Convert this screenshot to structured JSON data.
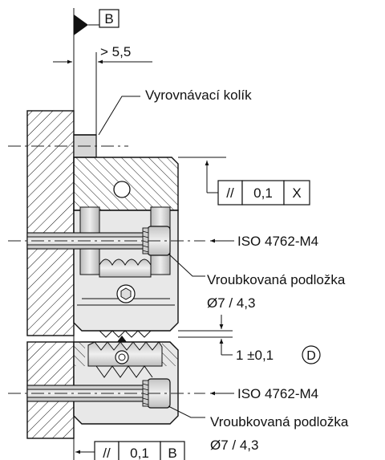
{
  "datum_top": "B",
  "dim_top": "> 5,5",
  "pin_label": "Vyrovnávací kolík",
  "fcf_top": {
    "symbol": "//",
    "tolerance": "0,1",
    "datum": "X"
  },
  "screw_top": "ISO 4762-M4",
  "washer_top": {
    "name": "Vroubkovaná podložka",
    "size": "Ø7 / 4,3"
  },
  "gap_dim": {
    "value": "1 ±0,1",
    "circled": "D"
  },
  "screw_bottom": "ISO 4762-M4",
  "washer_bottom": {
    "name": "Vroubkovaná podložka",
    "size": "Ø7 / 4,3"
  },
  "fcf_bottom": {
    "symbol": "//",
    "tolerance": "0,1",
    "datum": "B"
  },
  "colors": {
    "line": "#111111",
    "part_fill": "#e8e8e8",
    "bolt_fill": "#d4d4d4",
    "background": "#ffffff"
  }
}
